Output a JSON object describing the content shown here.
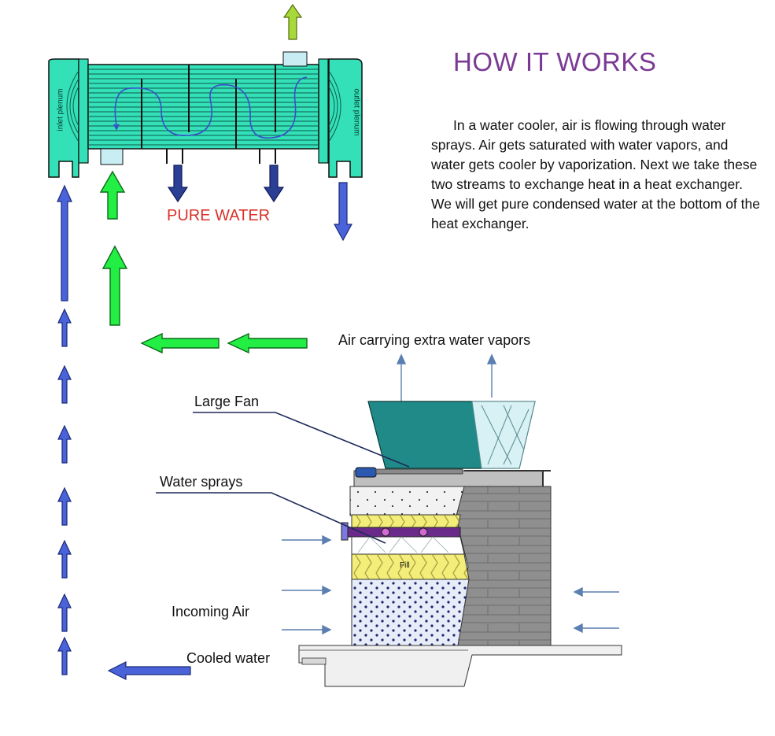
{
  "title": "HOW IT WORKS",
  "description": "In a water cooler, air is flowing through water sprays. Air gets saturated with water vapors, and water gets cooler by vaporization. Next we take these two streams to exchange heat in a heat exchanger. We will get pure condensed water at the bottom of the heat exchanger.",
  "labels": {
    "pure_water": "PURE WATER",
    "air_carrying": "Air carrying extra water vapors",
    "large_fan": "Large Fan",
    "water_sprays": "Water sprays",
    "incoming_air": "Incoming Air",
    "cooled_water": "Cooled water",
    "fill": "Fill"
  },
  "exchanger_labels": {
    "inlet": "inlet plenum",
    "outlet": "outlet plenum"
  },
  "colors": {
    "title": "#7a3a93",
    "pure_water_text": "#d9322b",
    "exchanger_body": "#33e0b8",
    "air_arrow": "#22ee44",
    "water_arrow": "#4a63d8",
    "exhaust_arrow": "#a8d93a",
    "condensate_arrow": "#2b3f94",
    "fan_housing": "#1f8a87",
    "fill_yellow": "#f3ee7a",
    "wall_grey": "#8c8c8c"
  }
}
